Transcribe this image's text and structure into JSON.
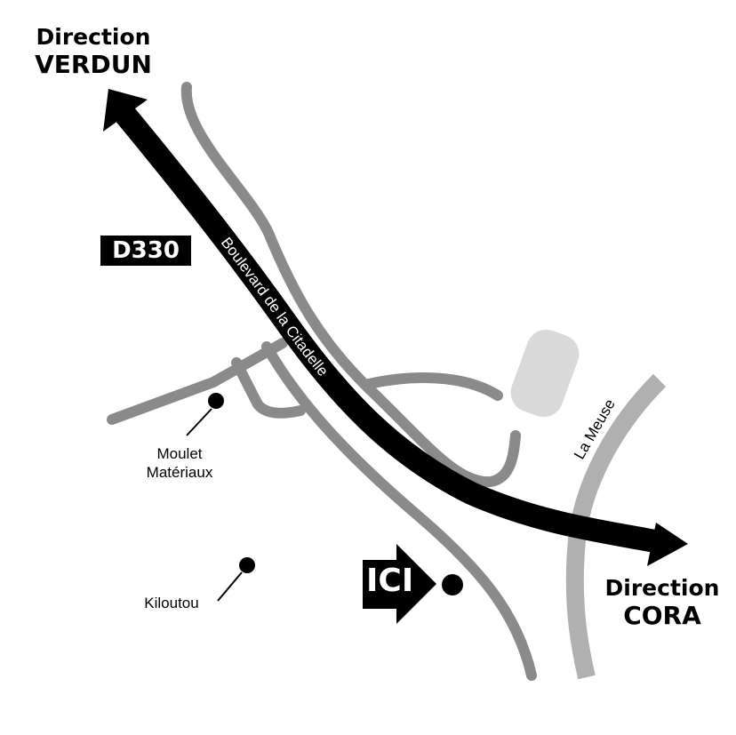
{
  "directions": {
    "north": {
      "line1": "Direction",
      "line2": "VERDUN"
    },
    "south_east": {
      "line1": "Direction",
      "line2": "CORA"
    }
  },
  "road_badge": "D330",
  "main_road_label": "Boulevard de la Citadelle",
  "river_label": "La Meuse",
  "places": [
    {
      "line1": "Moulet",
      "line2": "Matériaux"
    },
    {
      "line1": "Kiloutou"
    }
  ],
  "here_marker": "ICI",
  "colors": {
    "road": "#8a8a8a",
    "river": "#b0b0b0",
    "main_route": "#000000",
    "building": "#d9d9d9"
  }
}
